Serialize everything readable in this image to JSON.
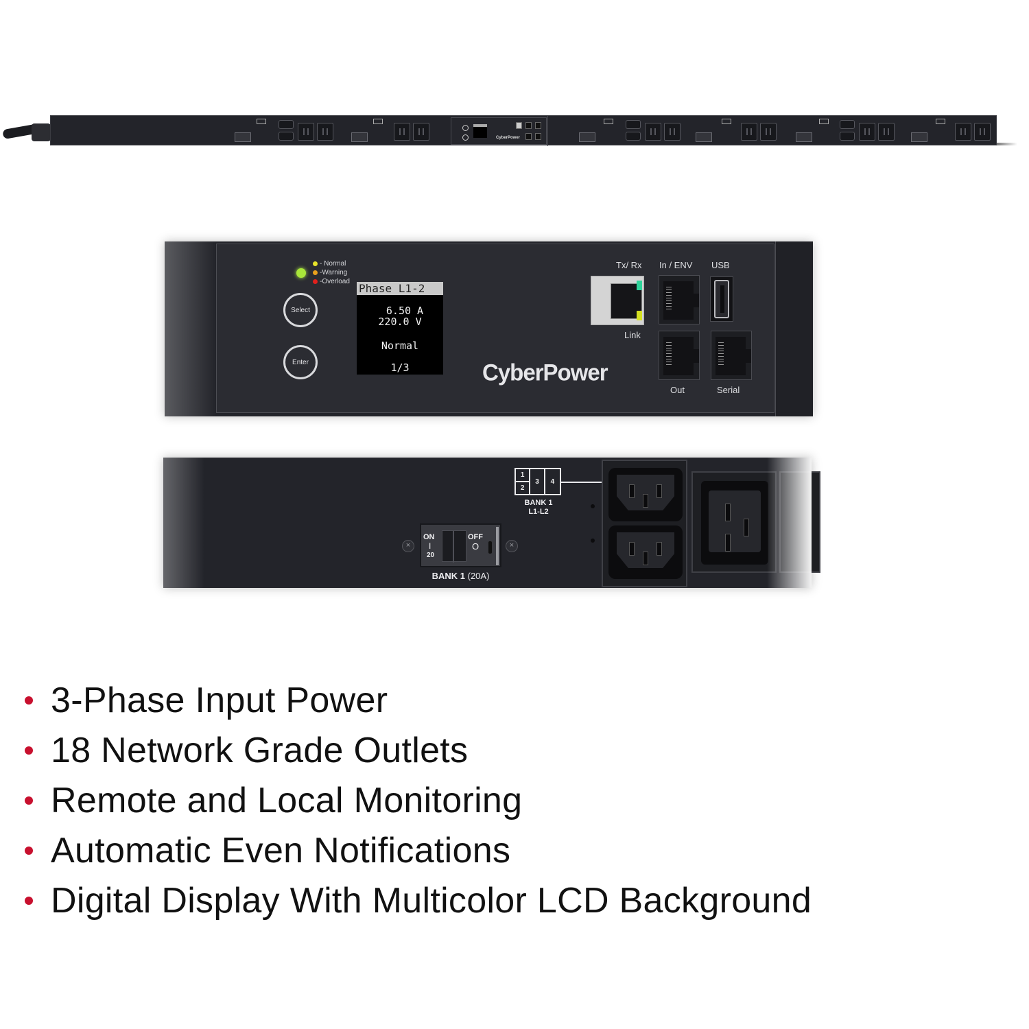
{
  "product": {
    "brand": "CyberPower",
    "colors": {
      "body": "#23242a",
      "bullet": "#c8102e",
      "led_normal": "#a9e63a"
    }
  },
  "control_panel": {
    "status_legend": [
      {
        "label": "- Normal",
        "color": "#e6e32a"
      },
      {
        "label": "-Warning",
        "color": "#e8a01c"
      },
      {
        "label": "-Overload",
        "color": "#e0201c"
      }
    ],
    "buttons": {
      "select": "Select",
      "enter": "Enter"
    },
    "lcd": {
      "title": "Phase L1-2",
      "current": "6.50 A",
      "voltage": "220.0 V",
      "status": "Normal",
      "page": "1/3"
    },
    "ports": {
      "txrx_label": "Tx/ Rx",
      "link_label": "Link",
      "env_in_label": "In /  ENV",
      "env_out_label": "Out",
      "usb_label": "USB",
      "serial_label": "Serial"
    },
    "logo": "CyberPower"
  },
  "bank_detail": {
    "outlet_map": {
      "cells": [
        "1",
        "2",
        "3",
        "4"
      ],
      "label_line1": "BANK 1",
      "label_line2": "L1-L2"
    },
    "breaker": {
      "on_label": "ON",
      "on_symbol": "I",
      "rating": "20",
      "off_label": "OFF",
      "off_symbol": "O"
    },
    "breaker_label_bold": "BANK 1",
    "breaker_label_rating": "(20A)"
  },
  "features": [
    "3-Phase Input Power",
    "18 Network Grade Outlets",
    "Remote and Local Monitoring",
    "Automatic Even Notifications",
    "Digital Display With Multicolor LCD Background"
  ]
}
